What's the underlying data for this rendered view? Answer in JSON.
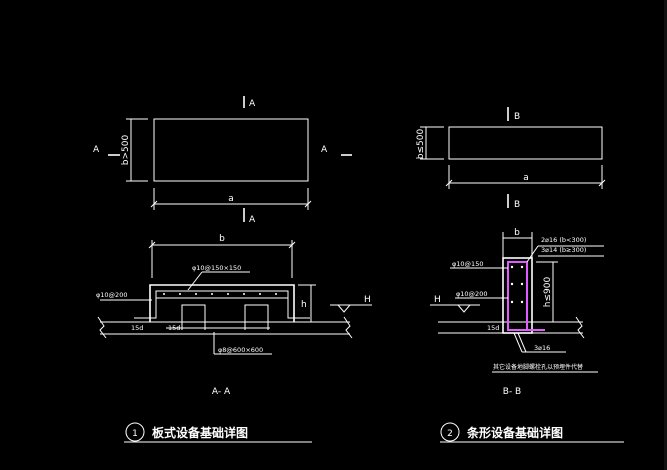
{
  "plan_a": {
    "cut_top": "A",
    "cut_bottom": "A",
    "cut_left": "A",
    "cut_right": "A",
    "width_dim": "a",
    "height_dim": "b>500"
  },
  "plan_b": {
    "cut_top": "B",
    "cut_bottom": "B",
    "width_dim": "a",
    "height_dim": "b≤500"
  },
  "section_a": {
    "width_dim": "b",
    "top_bar": "φ10@150×150",
    "side_bar": "φ10@200",
    "bottom_bar": "φ8@600×600",
    "anchor_left": "15d",
    "anchor_right": "15d",
    "height_dim": "h",
    "grade": "H",
    "label": "A- A"
  },
  "section_b": {
    "width_dim": "b",
    "top_bar_1": "2⌀16 (b<300)",
    "top_bar_2": "3⌀14 (b≥300)",
    "stirrup": "φ10@150",
    "side_bar": "φ10@200",
    "height_dim": "h≤900",
    "anchor": "15d",
    "bottom_bar": "3⌀16",
    "note": "其它设备地脚螺栓孔以预埋件代替",
    "grade": "H",
    "label": "B- B"
  },
  "titles": [
    {
      "num": "1",
      "text": "板式设备基础详图"
    },
    {
      "num": "2",
      "text": "条形设备基础详图"
    }
  ],
  "colors": {
    "background": "#000000",
    "lines": "#ffffff",
    "rebar": "#e05cff"
  }
}
